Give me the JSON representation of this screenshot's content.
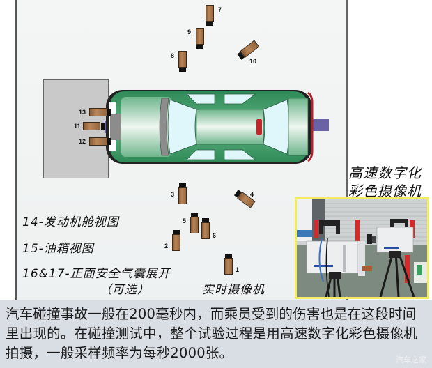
{
  "diagram": {
    "cameras": [
      {
        "id": "1",
        "label": "1"
      },
      {
        "id": "2",
        "label": "2"
      },
      {
        "id": "3",
        "label": "3"
      },
      {
        "id": "4",
        "label": "4"
      },
      {
        "id": "5",
        "label": "5"
      },
      {
        "id": "6",
        "label": "6"
      },
      {
        "id": "7",
        "label": "7"
      },
      {
        "id": "8",
        "label": "8"
      },
      {
        "id": "9",
        "label": "9"
      },
      {
        "id": "10",
        "label": "10"
      },
      {
        "id": "11",
        "label": "11"
      },
      {
        "id": "12",
        "label": "12"
      },
      {
        "id": "13",
        "label": "13"
      }
    ],
    "legend": [
      "14-发动机舱视图",
      "15-油箱视图",
      "16&17-正面安全气囊展开",
      "（可选）"
    ],
    "realtime_camera_label": "实时摄像机",
    "colors": {
      "car_body": "#3f9a66",
      "barrier": "#c9c9c9",
      "tow_rod": "#6b62a6",
      "camera": "#a8744a",
      "photo_border": "#f2ec5e"
    }
  },
  "sidebar": {
    "title_line1": "高速数字化",
    "title_line2": "彩色摄像机"
  },
  "caption": {
    "text": "汽车碰撞事故一般在200毫秒内，而乘员受到的伤害也是在这段时间里出现的。在碰撞测试中，整个试验过程是用高速数字化彩色摄像机拍摄，一般采样频率为每秒2000张。",
    "watermark": "汽车之家"
  }
}
